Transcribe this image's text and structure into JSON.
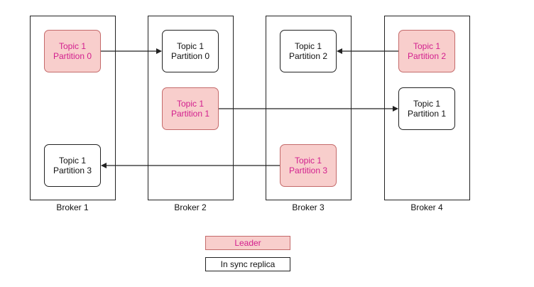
{
  "brokers": [
    {
      "label": "Broker 1"
    },
    {
      "label": "Broker 2"
    },
    {
      "label": "Broker 3"
    },
    {
      "label": "Broker 4"
    }
  ],
  "partitions": {
    "b1_p0": {
      "topic": "Topic 1",
      "partition": "Partition 0",
      "role": "leader"
    },
    "b1_p3": {
      "topic": "Topic 1",
      "partition": "Partition 3",
      "role": "replica"
    },
    "b2_p0": {
      "topic": "Topic 1",
      "partition": "Partition 0",
      "role": "replica"
    },
    "b2_p1": {
      "topic": "Topic 1",
      "partition": "Partition 1",
      "role": "leader"
    },
    "b3_p2": {
      "topic": "Topic 1",
      "partition": "Partition 2",
      "role": "replica"
    },
    "b3_p3": {
      "topic": "Topic 1",
      "partition": "Partition 3",
      "role": "leader"
    },
    "b4_p2": {
      "topic": "Topic 1",
      "partition": "Partition 2",
      "role": "leader"
    },
    "b4_p1": {
      "topic": "Topic 1",
      "partition": "Partition 1",
      "role": "replica"
    }
  },
  "legend": {
    "leader": "Leader",
    "replica": "In sync replica"
  },
  "colors": {
    "leader_fill": "#f8cecc",
    "leader_text": "#d21f8e",
    "border": "#222222"
  }
}
